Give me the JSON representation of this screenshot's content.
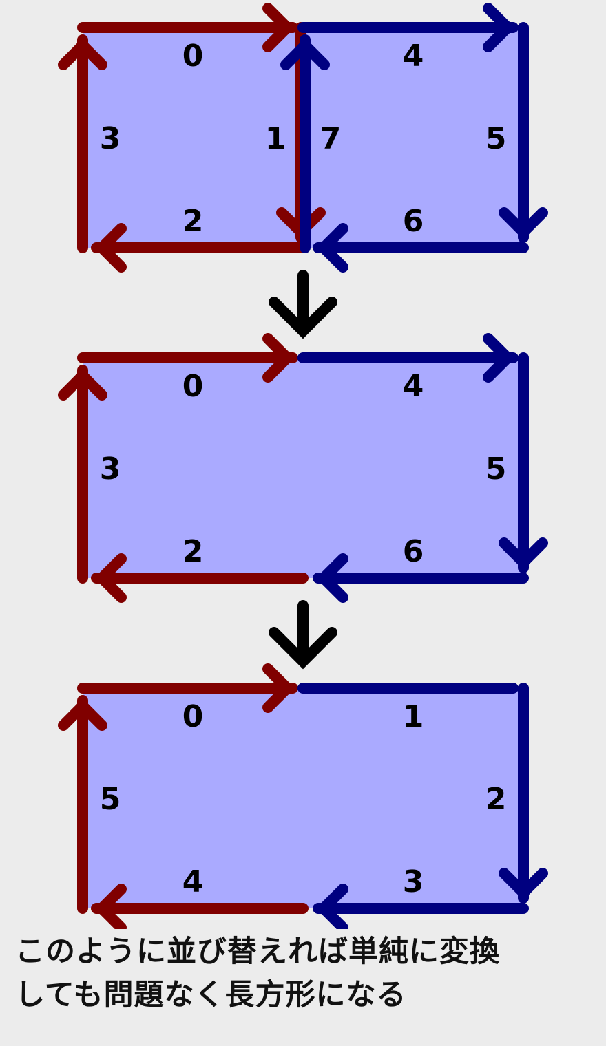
{
  "colors": {
    "background": "#ececec",
    "fill": "#aaaaff",
    "red": "#800000",
    "blue": "#000080",
    "black": "#000000"
  },
  "stages": [
    {
      "name": "split",
      "labels": {
        "top_left": "0",
        "right_inner": "1",
        "bottom_left": "2",
        "left": "3",
        "top_right": "4",
        "right": "5",
        "bottom_right": "6",
        "left_inner": "7"
      }
    },
    {
      "name": "merged",
      "labels": {
        "top_left": "0",
        "bottom_left": "2",
        "left": "3",
        "top_right": "4",
        "right": "5",
        "bottom_right": "6"
      }
    },
    {
      "name": "renumbered",
      "labels": {
        "top_left": "0",
        "top_right": "1",
        "right": "2",
        "bottom_right": "3",
        "bottom_left": "4",
        "left": "5"
      }
    }
  ],
  "caption": {
    "line1": "このように並び替えれば単純に変換",
    "line2": "しても問題なく長方形になる"
  }
}
